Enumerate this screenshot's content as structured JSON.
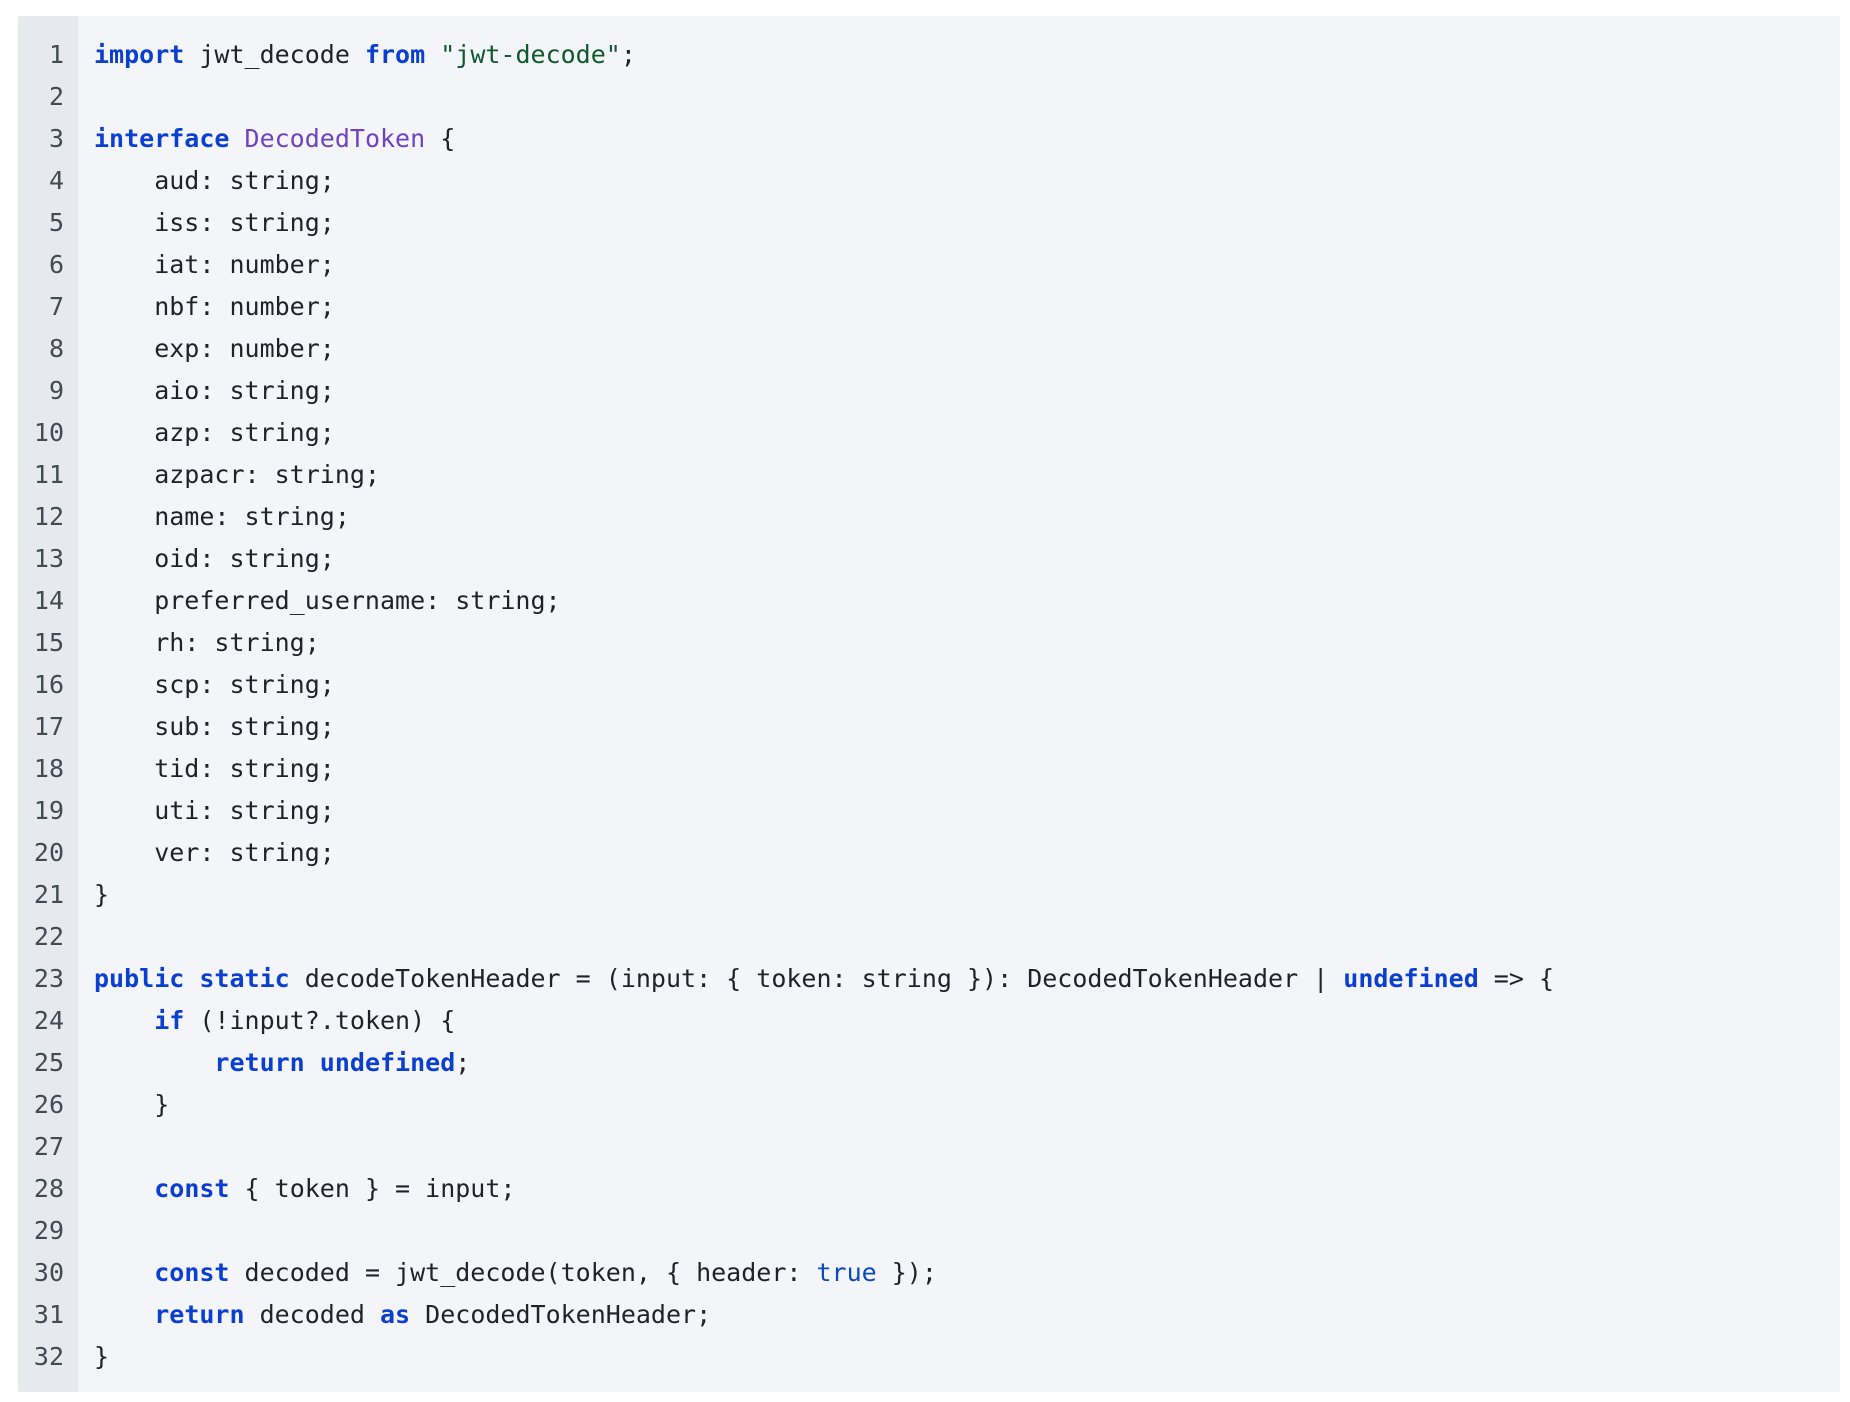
{
  "editor": {
    "language": "TypeScript",
    "colors": {
      "background": "#f3f5f8",
      "gutter": "#e6e9ee",
      "keyword": "#0b3fcf",
      "string": "#0f5a2e",
      "type": "#6f42c1",
      "literal": "#0a4bbd",
      "text": "#1f2328"
    },
    "lines": [
      {
        "n": "1",
        "tokens": [
          [
            "kw",
            "import"
          ],
          [
            "p",
            " jwt_decode "
          ],
          [
            "kw",
            "from"
          ],
          [
            "p",
            " "
          ],
          [
            "str",
            "\"jwt-decode\""
          ],
          [
            "p",
            ";"
          ]
        ]
      },
      {
        "n": "2",
        "tokens": []
      },
      {
        "n": "3",
        "tokens": [
          [
            "kw",
            "interface"
          ],
          [
            "p",
            " "
          ],
          [
            "type",
            "DecodedToken"
          ],
          [
            "p",
            " {"
          ]
        ]
      },
      {
        "n": "4",
        "tokens": [
          [
            "p",
            "    aud: string;"
          ]
        ]
      },
      {
        "n": "5",
        "tokens": [
          [
            "p",
            "    iss: string;"
          ]
        ]
      },
      {
        "n": "6",
        "tokens": [
          [
            "p",
            "    iat: number;"
          ]
        ]
      },
      {
        "n": "7",
        "tokens": [
          [
            "p",
            "    nbf: number;"
          ]
        ]
      },
      {
        "n": "8",
        "tokens": [
          [
            "p",
            "    exp: number;"
          ]
        ]
      },
      {
        "n": "9",
        "tokens": [
          [
            "p",
            "    aio: string;"
          ]
        ]
      },
      {
        "n": "10",
        "tokens": [
          [
            "p",
            "    azp: string;"
          ]
        ]
      },
      {
        "n": "11",
        "tokens": [
          [
            "p",
            "    azpacr: string;"
          ]
        ]
      },
      {
        "n": "12",
        "tokens": [
          [
            "p",
            "    name: string;"
          ]
        ]
      },
      {
        "n": "13",
        "tokens": [
          [
            "p",
            "    oid: string;"
          ]
        ]
      },
      {
        "n": "14",
        "tokens": [
          [
            "p",
            "    preferred_username: string;"
          ]
        ]
      },
      {
        "n": "15",
        "tokens": [
          [
            "p",
            "    rh: string;"
          ]
        ]
      },
      {
        "n": "16",
        "tokens": [
          [
            "p",
            "    scp: string;"
          ]
        ]
      },
      {
        "n": "17",
        "tokens": [
          [
            "p",
            "    sub: string;"
          ]
        ]
      },
      {
        "n": "18",
        "tokens": [
          [
            "p",
            "    tid: string;"
          ]
        ]
      },
      {
        "n": "19",
        "tokens": [
          [
            "p",
            "    uti: string;"
          ]
        ]
      },
      {
        "n": "20",
        "tokens": [
          [
            "p",
            "    ver: string;"
          ]
        ]
      },
      {
        "n": "21",
        "tokens": [
          [
            "p",
            "}"
          ]
        ]
      },
      {
        "n": "22",
        "tokens": []
      },
      {
        "n": "23",
        "tokens": [
          [
            "kw",
            "public"
          ],
          [
            "p",
            " "
          ],
          [
            "kw",
            "static"
          ],
          [
            "p",
            " decodeTokenHeader = (input: { token: string }): DecodedTokenHeader | "
          ],
          [
            "kw",
            "undefined"
          ],
          [
            "p",
            " => {"
          ]
        ]
      },
      {
        "n": "24",
        "tokens": [
          [
            "p",
            "    "
          ],
          [
            "kw",
            "if"
          ],
          [
            "p",
            " (!input?.token) {"
          ]
        ]
      },
      {
        "n": "25",
        "tokens": [
          [
            "p",
            "        "
          ],
          [
            "kw",
            "return"
          ],
          [
            "p",
            " "
          ],
          [
            "kw",
            "undefined"
          ],
          [
            "p",
            ";"
          ]
        ]
      },
      {
        "n": "26",
        "tokens": [
          [
            "p",
            "    }"
          ]
        ]
      },
      {
        "n": "27",
        "tokens": []
      },
      {
        "n": "28",
        "tokens": [
          [
            "p",
            "    "
          ],
          [
            "kw",
            "const"
          ],
          [
            "p",
            " { token } = input;"
          ]
        ]
      },
      {
        "n": "29",
        "tokens": []
      },
      {
        "n": "30",
        "tokens": [
          [
            "p",
            "    "
          ],
          [
            "kw",
            "const"
          ],
          [
            "p",
            " decoded = jwt_decode(token, { header: "
          ],
          [
            "lit",
            "true"
          ],
          [
            "p",
            " });"
          ]
        ]
      },
      {
        "n": "31",
        "tokens": [
          [
            "p",
            "    "
          ],
          [
            "kw",
            "return"
          ],
          [
            "p",
            " decoded "
          ],
          [
            "kw",
            "as"
          ],
          [
            "p",
            " DecodedTokenHeader;"
          ]
        ]
      },
      {
        "n": "32",
        "tokens": [
          [
            "p",
            "}"
          ]
        ]
      }
    ]
  }
}
